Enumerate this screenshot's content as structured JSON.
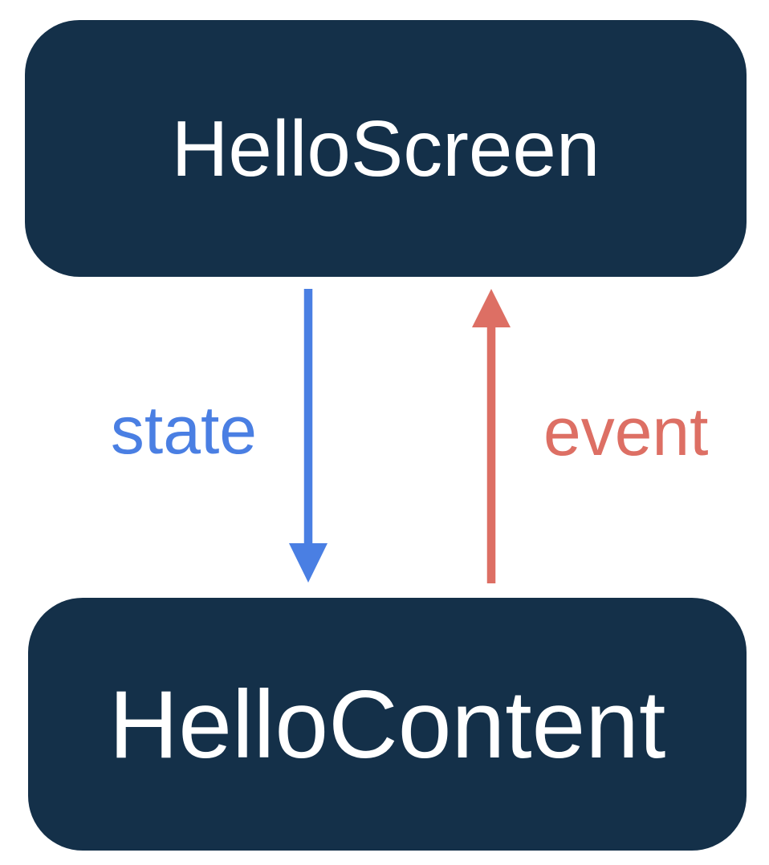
{
  "diagram": {
    "nodes": [
      {
        "id": "hello-screen",
        "label": "HelloScreen"
      },
      {
        "id": "hello-content",
        "label": "HelloContent"
      }
    ],
    "edges": [
      {
        "label": "state",
        "direction": "down",
        "from": "HelloScreen",
        "to": "HelloContent",
        "color": "#4A7FE3"
      },
      {
        "label": "event",
        "direction": "up",
        "from": "HelloContent",
        "to": "HelloScreen",
        "color": "#DD6F64"
      }
    ]
  },
  "colors": {
    "background": "#FFFFFF",
    "node_fill": "#143049",
    "node_text": "#FFFFFF",
    "state_blue": "#4A7FE3",
    "event_red": "#DD6F64"
  }
}
